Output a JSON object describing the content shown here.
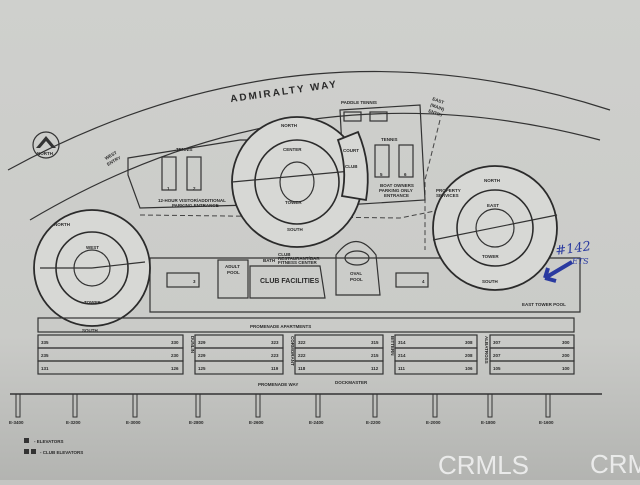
{
  "map": {
    "street_top": "ADMIRALTY WAY",
    "compass": "NORTH",
    "west_entry": [
      "WEST",
      "ENTRY"
    ],
    "east_entry": [
      "EAST",
      "(MAIN)",
      "ENTRY"
    ],
    "paddle_tennis": "PADDLE TENNIS",
    "tennis_left": "TENNIS",
    "tennis_right": "TENNIS",
    "courts": [
      "1",
      "2",
      "3",
      "4",
      "5",
      "6"
    ],
    "visitor_parking": [
      "12-HOUR VISITOR/ADDITIONAL",
      "PARKING ENTRANCE"
    ],
    "boat_parking": [
      "BOAT OWNERS",
      "PARKING ONLY",
      "ENTRANCE"
    ],
    "property_services": [
      "PROPERTY",
      "SERVICES"
    ],
    "court_club": [
      "COURT",
      "CLUB"
    ],
    "club": "CLUB",
    "bath": "BATH",
    "restaurant": "RESTAURANT/BAR",
    "fitness": "FITNESS CENTER",
    "adult_pool": [
      "ADULT",
      "POOL"
    ],
    "club_facilities": "CLUB FACILITIES",
    "oval_pool": [
      "OVAL",
      "POOL"
    ],
    "east_tower_pool": "EAST TOWER POOL",
    "towers": {
      "west": {
        "north": "NORTH",
        "name": "WEST",
        "tower": "TOWER",
        "south": "SOUTH"
      },
      "center": {
        "north": "NORTH",
        "name": "CENTER",
        "tower": "TOWER",
        "south": "SOUTH"
      },
      "east": {
        "north": "NORTH",
        "name": "EAST",
        "tower": "TOWER",
        "south": "SOUTH"
      }
    },
    "annotation": [
      "#142",
      "ETS"
    ]
  },
  "apartments": {
    "title": "PROMENADE APARTMENTS",
    "street": "PROMENADE WAY",
    "dockmaster": "DOCKMASTER",
    "separators": [
      "DUNLIN",
      "CORMORANT",
      "BITTERN",
      "ALBATROSS"
    ],
    "blocks": [
      [
        [
          "335",
          "330"
        ],
        [
          "235",
          "230"
        ],
        [
          "131",
          "126"
        ]
      ],
      [
        [
          "329",
          "323"
        ],
        [
          "229",
          "223"
        ],
        [
          "125",
          "119"
        ]
      ],
      [
        [
          "322",
          "315"
        ],
        [
          "222",
          "215"
        ],
        [
          "118",
          "112"
        ]
      ],
      [
        [
          "314",
          "308"
        ],
        [
          "214",
          "208"
        ],
        [
          "111",
          "106"
        ]
      ],
      [
        [
          "307",
          "300"
        ],
        [
          "207",
          "200"
        ],
        [
          "105",
          "100"
        ]
      ]
    ]
  },
  "docks": [
    "E-3400",
    "E-3200",
    "E-3000",
    "E-2800",
    "E-2600",
    "E-2400",
    "E-2200",
    "E-2000",
    "E-1800",
    "E-1600"
  ],
  "legend": {
    "elevators": "- ELEVATORS",
    "club_elevators": "- CLUB ELEVATORS"
  },
  "watermark": {
    "center": "CRMLS",
    "corner": "CRMLS"
  },
  "colors": {
    "paper": "#d6d7d4",
    "ink": "#2b2b2b",
    "pen": "#2a3aa0"
  }
}
